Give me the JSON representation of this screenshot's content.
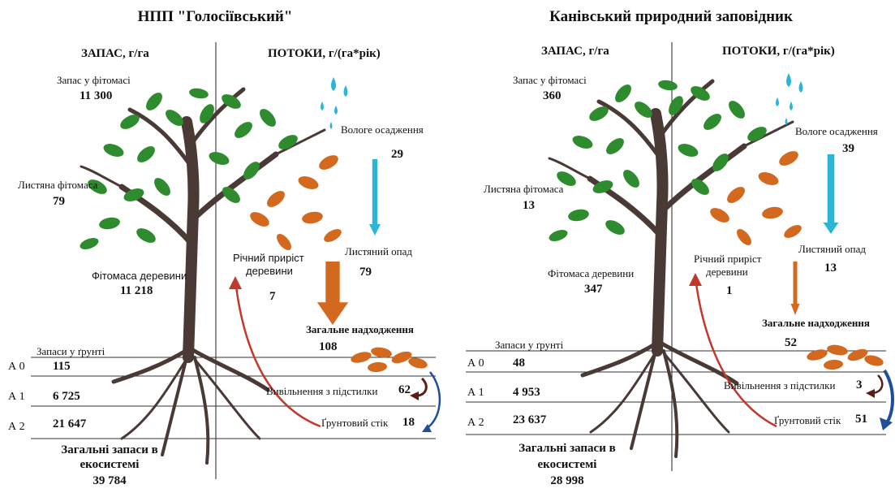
{
  "panels": [
    {
      "title": "НПП \"Голосіївський\"",
      "stock_header": "ЗАПАС,  г/га",
      "flows_header": "ПОТОКИ,  г/(га*рік)",
      "phytomass_stock_label": "Запас у фітомасі",
      "phytomass_stock_value": "11 300",
      "leaf_phytomass_label": "Листяна фітомаса",
      "leaf_phytomass_value": "79",
      "wood_phytomass_label": "Фітомаса деревини",
      "wood_phytomass_value": "11 218",
      "annual_growth_label_1": "Річний приріст",
      "annual_growth_label_2": "деревини",
      "annual_growth_value": "7",
      "wet_deposition_label": "Вологе осадження",
      "wet_deposition_value": "29",
      "litterfall_label": "Листяний опад",
      "litterfall_value": "79",
      "total_input_label": "Загальне надходження",
      "total_input_value": "108",
      "soil_stocks_label": "Запаси у ґрунті",
      "horizons": [
        {
          "name": "А 0",
          "value": "115"
        },
        {
          "name": "А 1",
          "value": "6 725"
        },
        {
          "name": "А 2",
          "value": "21 647"
        }
      ],
      "leaching_label": "Вивільнення з підстилки",
      "leaching_value": "62",
      "soil_runoff_label": "Ґрунтовий стік",
      "soil_runoff_value": "18",
      "total_stock_label_1": "Загальні запаси в",
      "total_stock_label_2": "екосистемі",
      "total_stock_value": "39 784"
    },
    {
      "title": "Канівський природний заповідник",
      "stock_header": "ЗАПАС,  г/га",
      "flows_header": "ПОТОКИ,  г/(га*рік)",
      "phytomass_stock_label": "Запас у фітомасі",
      "phytomass_stock_value": "360",
      "leaf_phytomass_label": "Листяна фітомаса",
      "leaf_phytomass_value": "13",
      "wood_phytomass_label": "Фітомаса деревини",
      "wood_phytomass_value": "347",
      "annual_growth_label_1": "Річний приріст",
      "annual_growth_label_2": "деревини",
      "annual_growth_value": "1",
      "wet_deposition_label": "Вологе осадження",
      "wet_deposition_value": "39",
      "litterfall_label": "Листяний опад",
      "litterfall_value": "13",
      "total_input_label": "Загальне надходження",
      "total_input_value": "52",
      "soil_stocks_label": "Запаси у ґрунті",
      "horizons": [
        {
          "name": "А 0",
          "value": "48"
        },
        {
          "name": "А 1",
          "value": "4 953"
        },
        {
          "name": "А 2",
          "value": "23 637"
        }
      ],
      "leaching_label": "Вивільнення з підстилки",
      "leaching_value": "3",
      "soil_runoff_label": "Ґрунтовий стік",
      "soil_runoff_value": "51",
      "total_stock_label_1": "Загальні запаси в",
      "total_stock_label_2": "екосистемі",
      "total_stock_value": "28 998"
    }
  ],
  "colors": {
    "trunk": "#4a3a36",
    "green_leaf": "#2e8b2e",
    "orange_leaf": "#d2691e",
    "water": "#2bb6d6",
    "litter_arrow": "#d2691e",
    "growth_arrow": "#c0392b",
    "leach_arrow": "#5a1e14",
    "runoff_arrow": "#1f4e9c"
  },
  "flow_magnitudes": {
    "left": {
      "wet_deposition": 29,
      "litterfall": 79
    },
    "right": {
      "wet_deposition": 39,
      "litterfall": 13
    }
  }
}
